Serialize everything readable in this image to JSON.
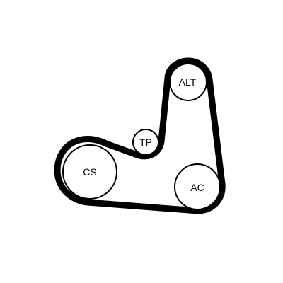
{
  "colors": {
    "background": "#ffffff",
    "belt": "#000000",
    "pulley_stroke": "#000000",
    "pulley_fill": "#ffffff",
    "label": "#000000"
  },
  "pulleys": [
    {
      "id": "alt",
      "label": "ALT"
    },
    {
      "id": "tp",
      "label": "TP"
    },
    {
      "id": "cs",
      "label": "CS"
    },
    {
      "id": "ac",
      "label": "AC"
    }
  ]
}
